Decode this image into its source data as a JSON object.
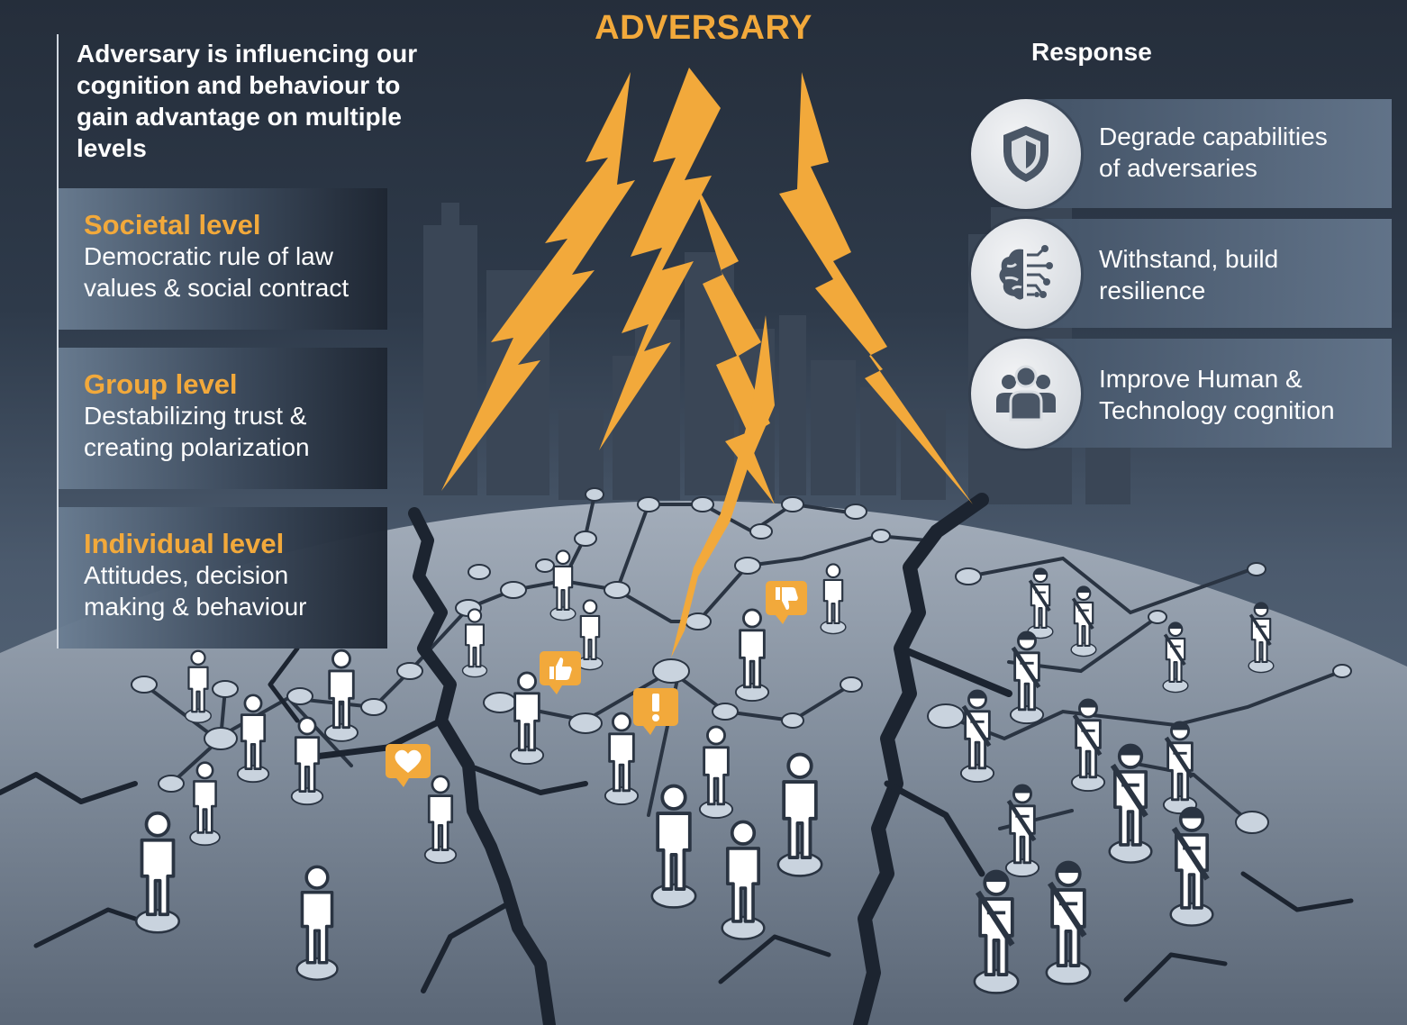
{
  "title": "ADVERSARY",
  "intro": "Adversary is influencing our cognition and behaviour to gain advantage on multiple levels",
  "levels": [
    {
      "title": "Societal level",
      "desc_line1": "Democratic rule of law",
      "desc_line2": "values & social contract"
    },
    {
      "title": "Group level",
      "desc_line1": "Destabilizing trust &",
      "desc_line2": "creating polarization"
    },
    {
      "title": "Individual level",
      "desc_line1": "Attitudes, decision",
      "desc_line2": "making & behaviour"
    }
  ],
  "response": {
    "title": "Response",
    "items": [
      {
        "icon": "shield-icon",
        "line1": "Degrade capabilities",
        "line2": "of adversaries"
      },
      {
        "icon": "brain-circuit-icon",
        "line1": "Withstand, build",
        "line2": "resilience"
      },
      {
        "icon": "people-group-icon",
        "line1": "Improve Human &",
        "line2": "Technology cognition"
      }
    ]
  },
  "reactions": [
    "heart-icon",
    "thumbs-up-icon",
    "exclamation-icon",
    "thumbs-down-icon"
  ],
  "colors": {
    "accent": "#f2a93b",
    "text": "#ffffff",
    "dark": "#1e2733",
    "globe": "#8b97a5",
    "crack": "#1c2430",
    "node": "#c9d3de"
  }
}
